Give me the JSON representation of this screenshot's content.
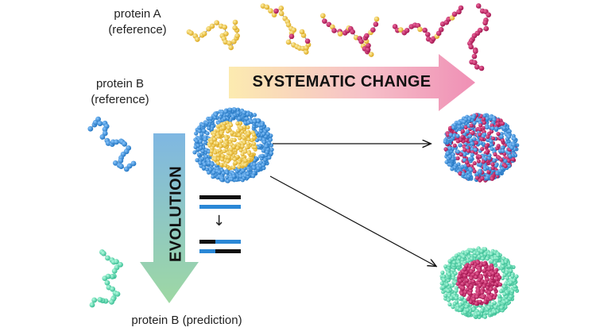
{
  "labels": {
    "protein_a": "protein A",
    "protein_a_sub": "(reference)",
    "protein_b": "protein B",
    "protein_b_sub": "(reference)",
    "protein_b_prediction": "protein B (prediction)",
    "systematic_change": "SYSTEMATIC CHANGE",
    "evolution": "EVOLUTION",
    "small_arrow": "↓"
  },
  "colors": {
    "yellow": "#e8b82a",
    "magenta": "#c0185e",
    "blue": "#2a87d6",
    "teal": "#3fd3a6",
    "black": "#111111"
  }
}
